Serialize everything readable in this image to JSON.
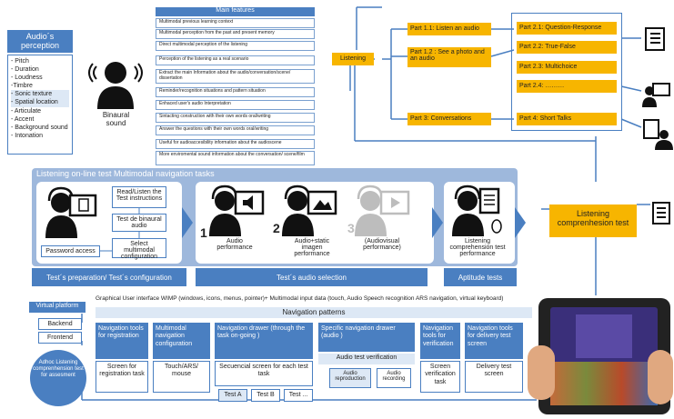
{
  "perception": {
    "title": "Audio´s perception",
    "items": [
      "- Pitch",
      "- Duration",
      "- Loudness",
      "-Timbre",
      "- Sonic texture",
      "- Spatial location",
      "- Articulate",
      "- Accent",
      "- Background sound",
      "- Intonation"
    ],
    "highlighted": [
      "- Sonic texture",
      "- Spatial location"
    ]
  },
  "binaural": {
    "label": "Binaural sound"
  },
  "features": {
    "title": "Main features",
    "items": [
      "Multimodal previous learning context",
      "Multimodal perception from the past and present memory",
      "Direct multimodal perception of the listening",
      "Perception of the listening as a real scenario",
      "Extract the main Information about the audio/conversation/scene/ dissertation",
      "Reminder/recognition situations and pattern situation",
      "Enhaced user's audio Interpretation",
      "Sintacting construction  with their own words oral/writing",
      "Answer the questions with their own words oral/writing",
      "Useful for audioaccesibility information about the audioscene",
      "More enviromental sound information about the conversation/ scene/film"
    ]
  },
  "listening": {
    "root": "Listening",
    "parts": [
      "Part 1.1: Listen an audio",
      "Part 1.2 : See a photo and an audio",
      "Part 3: Conversations"
    ],
    "part2": [
      "Part 2.1: Question-Response",
      "Part 2.2: True-False",
      "Part 2.3: Multichoice",
      "Part 2.4: ………",
      "Part 4: Short Talks"
    ]
  },
  "online": {
    "title": "Listening on-line test Multimodal navigation tasks",
    "steps": [
      "Read/Listen the Test instructions",
      "Test de binaural audio",
      "Select multimodal configuration",
      "Password access"
    ],
    "performances": [
      {
        "num": "1",
        "label": "Audio performance"
      },
      {
        "num": "2",
        "label": "Audio+static imagen performance"
      },
      {
        "num": "3",
        "label": "(Audiovisual performance)"
      }
    ],
    "comprehension": "Listening comprehension test performance",
    "final": "Listening comprenhesion test",
    "bars": [
      "Test´s preparation/  Test´s configuration",
      "Test´s audio selection",
      "Aptitude tests"
    ]
  },
  "platform": {
    "title": "Virtual platform",
    "backend": "Backend",
    "frontend": "Frontend",
    "adhoc": "Adhoc Listening comprenhension test for assesment"
  },
  "gui": {
    "header": "Graphical User interface  WIMP (windows, icons, menus, pointer)+ Multimodal input data (touch, Audio Speech recognition ARS navigation, virtual keyboard)",
    "patterns": "Navigation patterns",
    "columns": [
      {
        "head": "Navigation tools for registration",
        "body": "Screen for registration task"
      },
      {
        "head": "Multimodal navigation configuration",
        "body": "Touch/ARS/ mouse"
      },
      {
        "head": "Navigation drawer (through the task on-going )",
        "body": "Secuencial screen for each test task"
      },
      {
        "head": "Specific navigation drawer (audio )",
        "body": "Audio test verification"
      },
      {
        "head": "Navigation tools for verification",
        "body": "Screen verification task"
      },
      {
        "head": "Navigation tools for delivery test screen",
        "body": "Delivery test screen"
      }
    ],
    "tests": [
      "Test A",
      "Test B",
      "Test ..."
    ],
    "audio_sub": [
      "Audio reproduction",
      "Audio recording"
    ]
  },
  "colors": {
    "blue": "#4a7fc1",
    "orange": "#f7b500",
    "light": "#dde8f5"
  }
}
